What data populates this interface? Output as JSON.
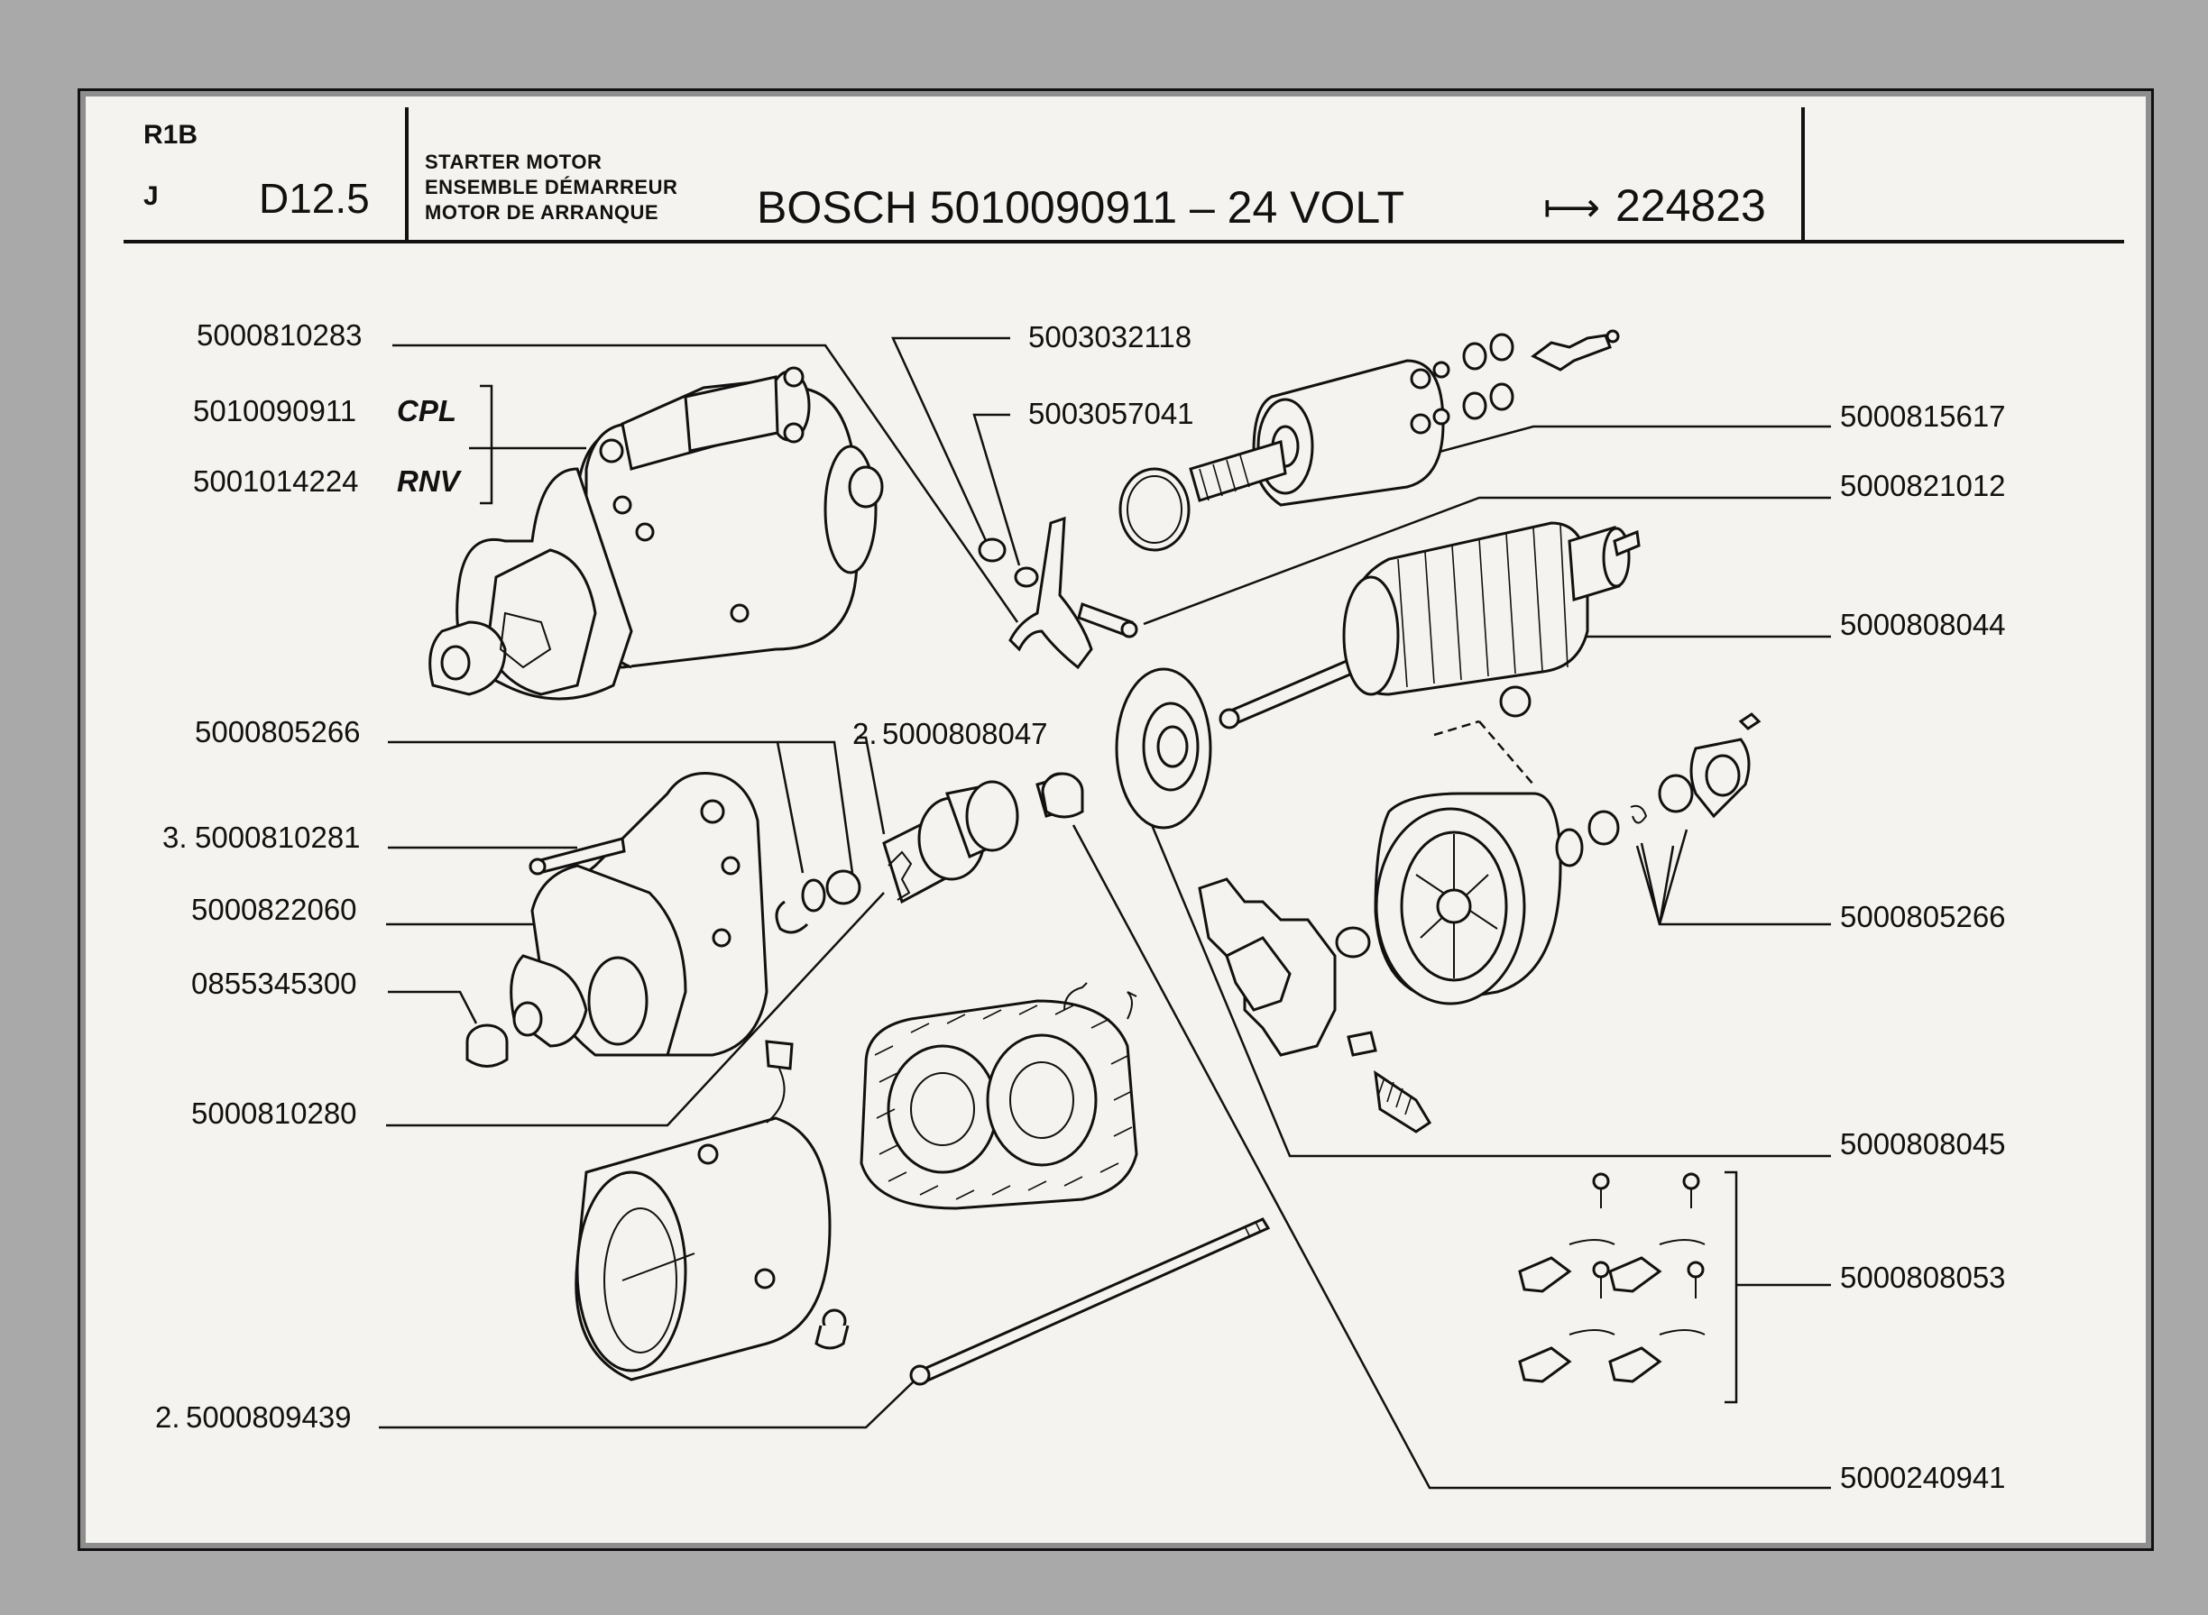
{
  "header": {
    "code_r1b": "R1B",
    "code_j": "J",
    "model": "D12.5",
    "title_en": "STARTER MOTOR",
    "title_fr": "ENSEMBLE DÉMARREUR",
    "title_es": "MOTOR DE ARRANQUE",
    "assembly": "BOSCH 5010090911 – 24 VOLT",
    "serial_arrow": "⟼",
    "serial": "224823"
  },
  "parts": {
    "p1": "5000810283",
    "p2": "5010090911",
    "p2_suffix": "CPL",
    "p3": "5001014224",
    "p3_suffix": "RNV",
    "p4": "5000805266",
    "p5_qty": "3.",
    "p5": "5000810281",
    "p6": "5000822060",
    "p7": "0855345300",
    "p8": "5000810280",
    "p9_qty": "2.",
    "p9": "5000809439",
    "p10": "5003032118",
    "p11": "5003057041",
    "p12_qty": "2.",
    "p12": "5000808047",
    "p13": "5000815617",
    "p14": "5000821012",
    "p15": "5000808044",
    "p16": "5000805266",
    "p17": "5000808045",
    "p18": "5000808053",
    "p19": "5000240941"
  }
}
